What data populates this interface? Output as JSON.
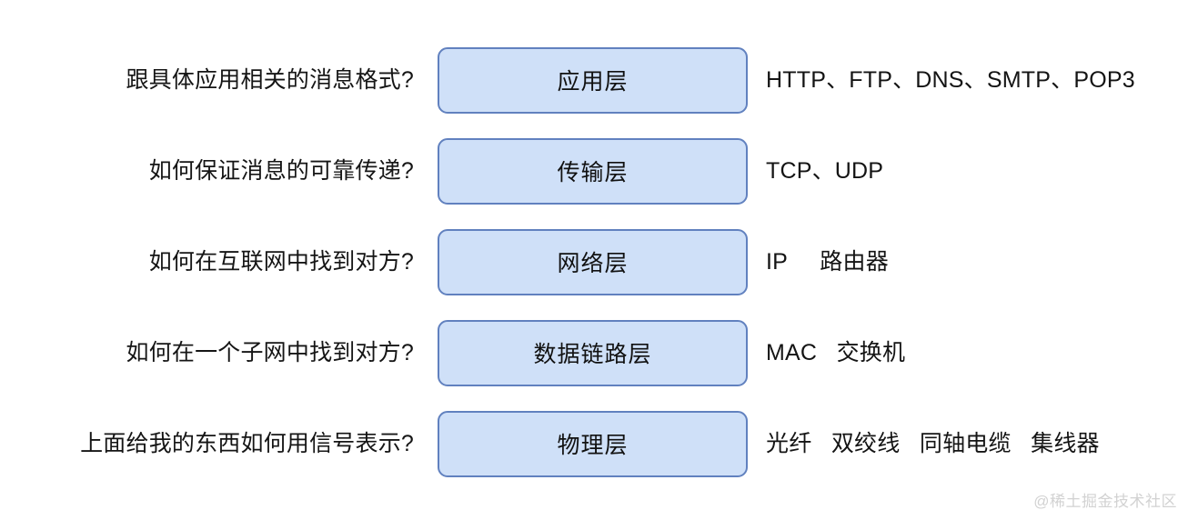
{
  "diagram": {
    "type": "layered-stack",
    "title": "",
    "box_fill": "#cfe0f8",
    "box_border": "#6181bf",
    "text_color": "#141414",
    "layers": [
      {
        "question": "跟具体应用相关的消息格式?",
        "name": "应用层",
        "protocols": "HTTP、FTP、DNS、SMTP、POP3"
      },
      {
        "question": "如何保证消息的可靠传递?",
        "name": "传输层",
        "protocols": "TCP、UDP"
      },
      {
        "question": "如何在互联网中找到对方?",
        "name": "网络层",
        "protocols": "IP     路由器"
      },
      {
        "question": "如何在一个子网中找到对方?",
        "name": "数据链路层",
        "protocols": "MAC   交换机"
      },
      {
        "question": "上面给我的东西如何用信号表示?",
        "name": "物理层",
        "protocols": "光纤   双绞线   同轴电缆   集线器"
      }
    ]
  },
  "watermark": {
    "text": "@稀土掘金技术社区"
  }
}
